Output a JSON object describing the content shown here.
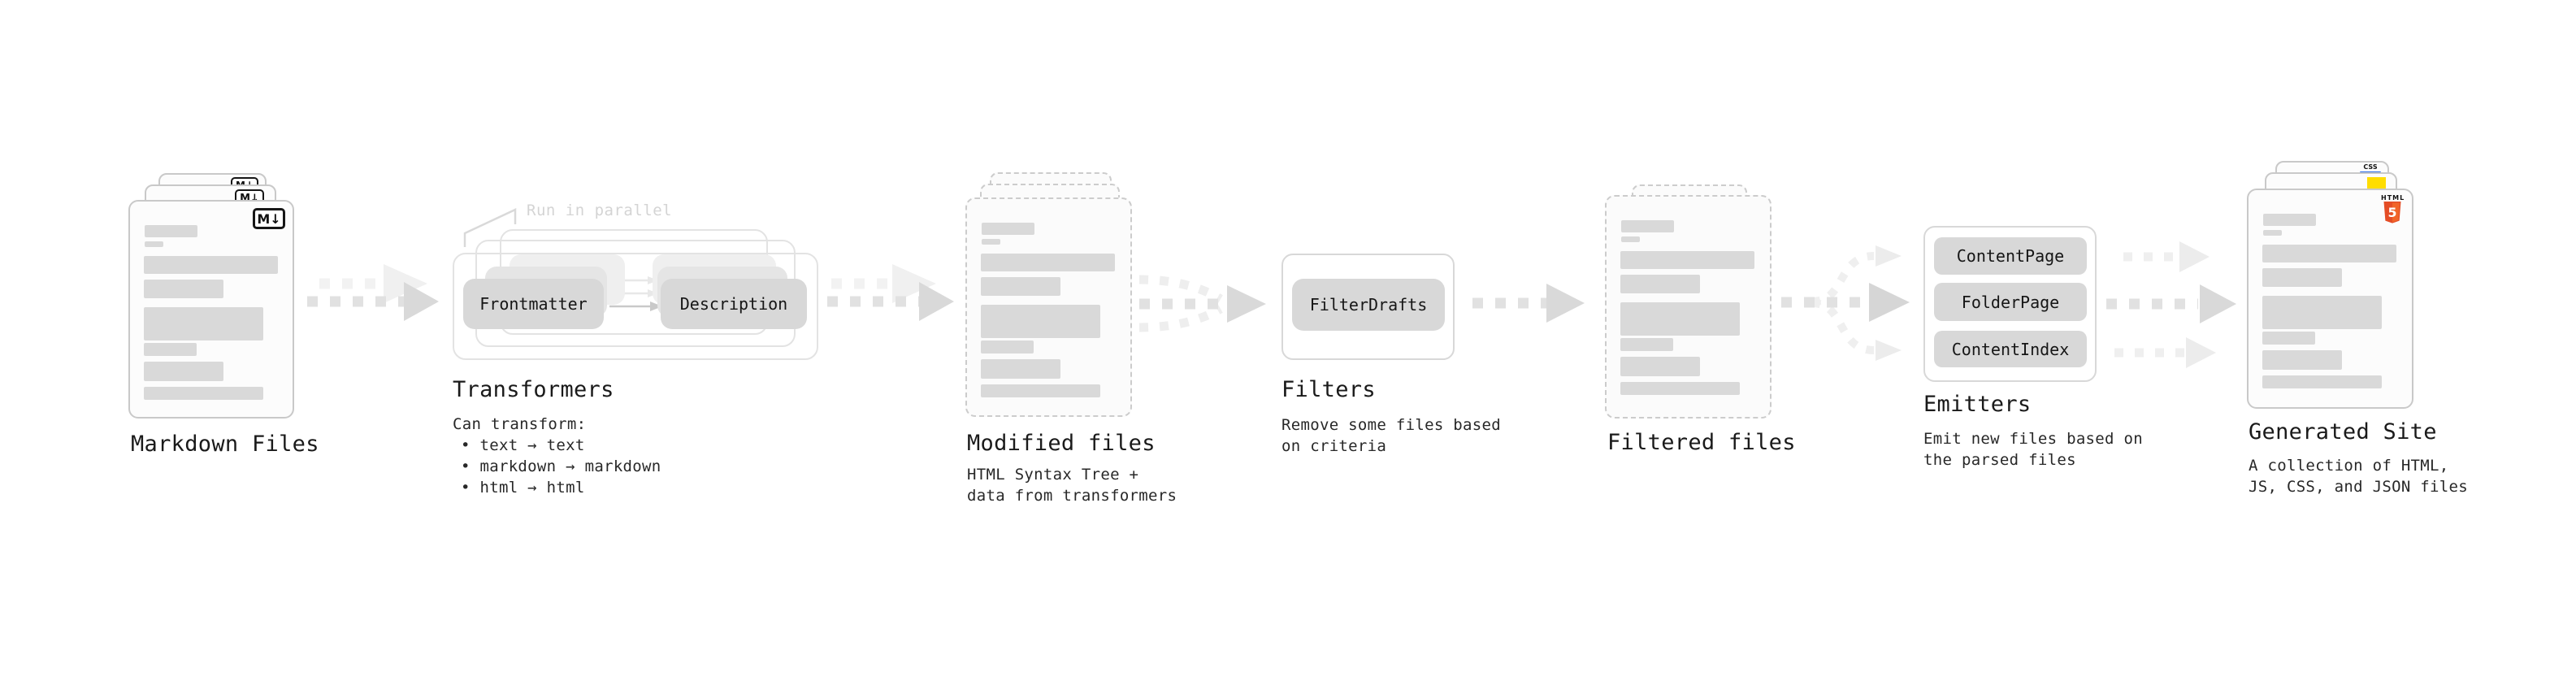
{
  "diagram": {
    "stages": {
      "markdown_files": {
        "title": "Markdown Files",
        "badge": "M↓"
      },
      "transformers": {
        "annotation": "Run in parallel",
        "node_left": "Frontmatter",
        "node_right": "Description",
        "title": "Transformers",
        "caption_heading": "Can transform:",
        "bullets": [
          "• text → text",
          "• markdown → markdown",
          "• html → html"
        ]
      },
      "modified_files": {
        "title": "Modified files",
        "caption_line1": "HTML Syntax Tree +",
        "caption_line2": "data from transformers"
      },
      "filters": {
        "node": "FilterDrafts",
        "title": "Filters",
        "caption_line1": "Remove some files based",
        "caption_line2": "on criteria"
      },
      "filtered_files": {
        "title": "Filtered files"
      },
      "emitters": {
        "nodes": [
          "ContentPage",
          "FolderPage",
          "ContentIndex"
        ],
        "title": "Emitters",
        "caption_line1": "Emit new files based on",
        "caption_line2": "the parsed files"
      },
      "generated_site": {
        "title": "Generated Site",
        "caption_line1": "A collection of HTML,",
        "caption_line2": "JS, CSS, and JSON files",
        "badge_css": "CSS",
        "badge_html": "HTML",
        "badge_html_numeral": "5"
      }
    },
    "colors": {
      "html5_orange": "#e44d26",
      "html5_orange_light": "#f16529",
      "js_yellow": "#ffdd00",
      "css_blue": "#2b6be8",
      "node_fill": "#d8d8d8",
      "doc_border": "#c9c9c9",
      "arrow_dark": "#d9d9d9",
      "arrow_light": "#efefef"
    }
  }
}
